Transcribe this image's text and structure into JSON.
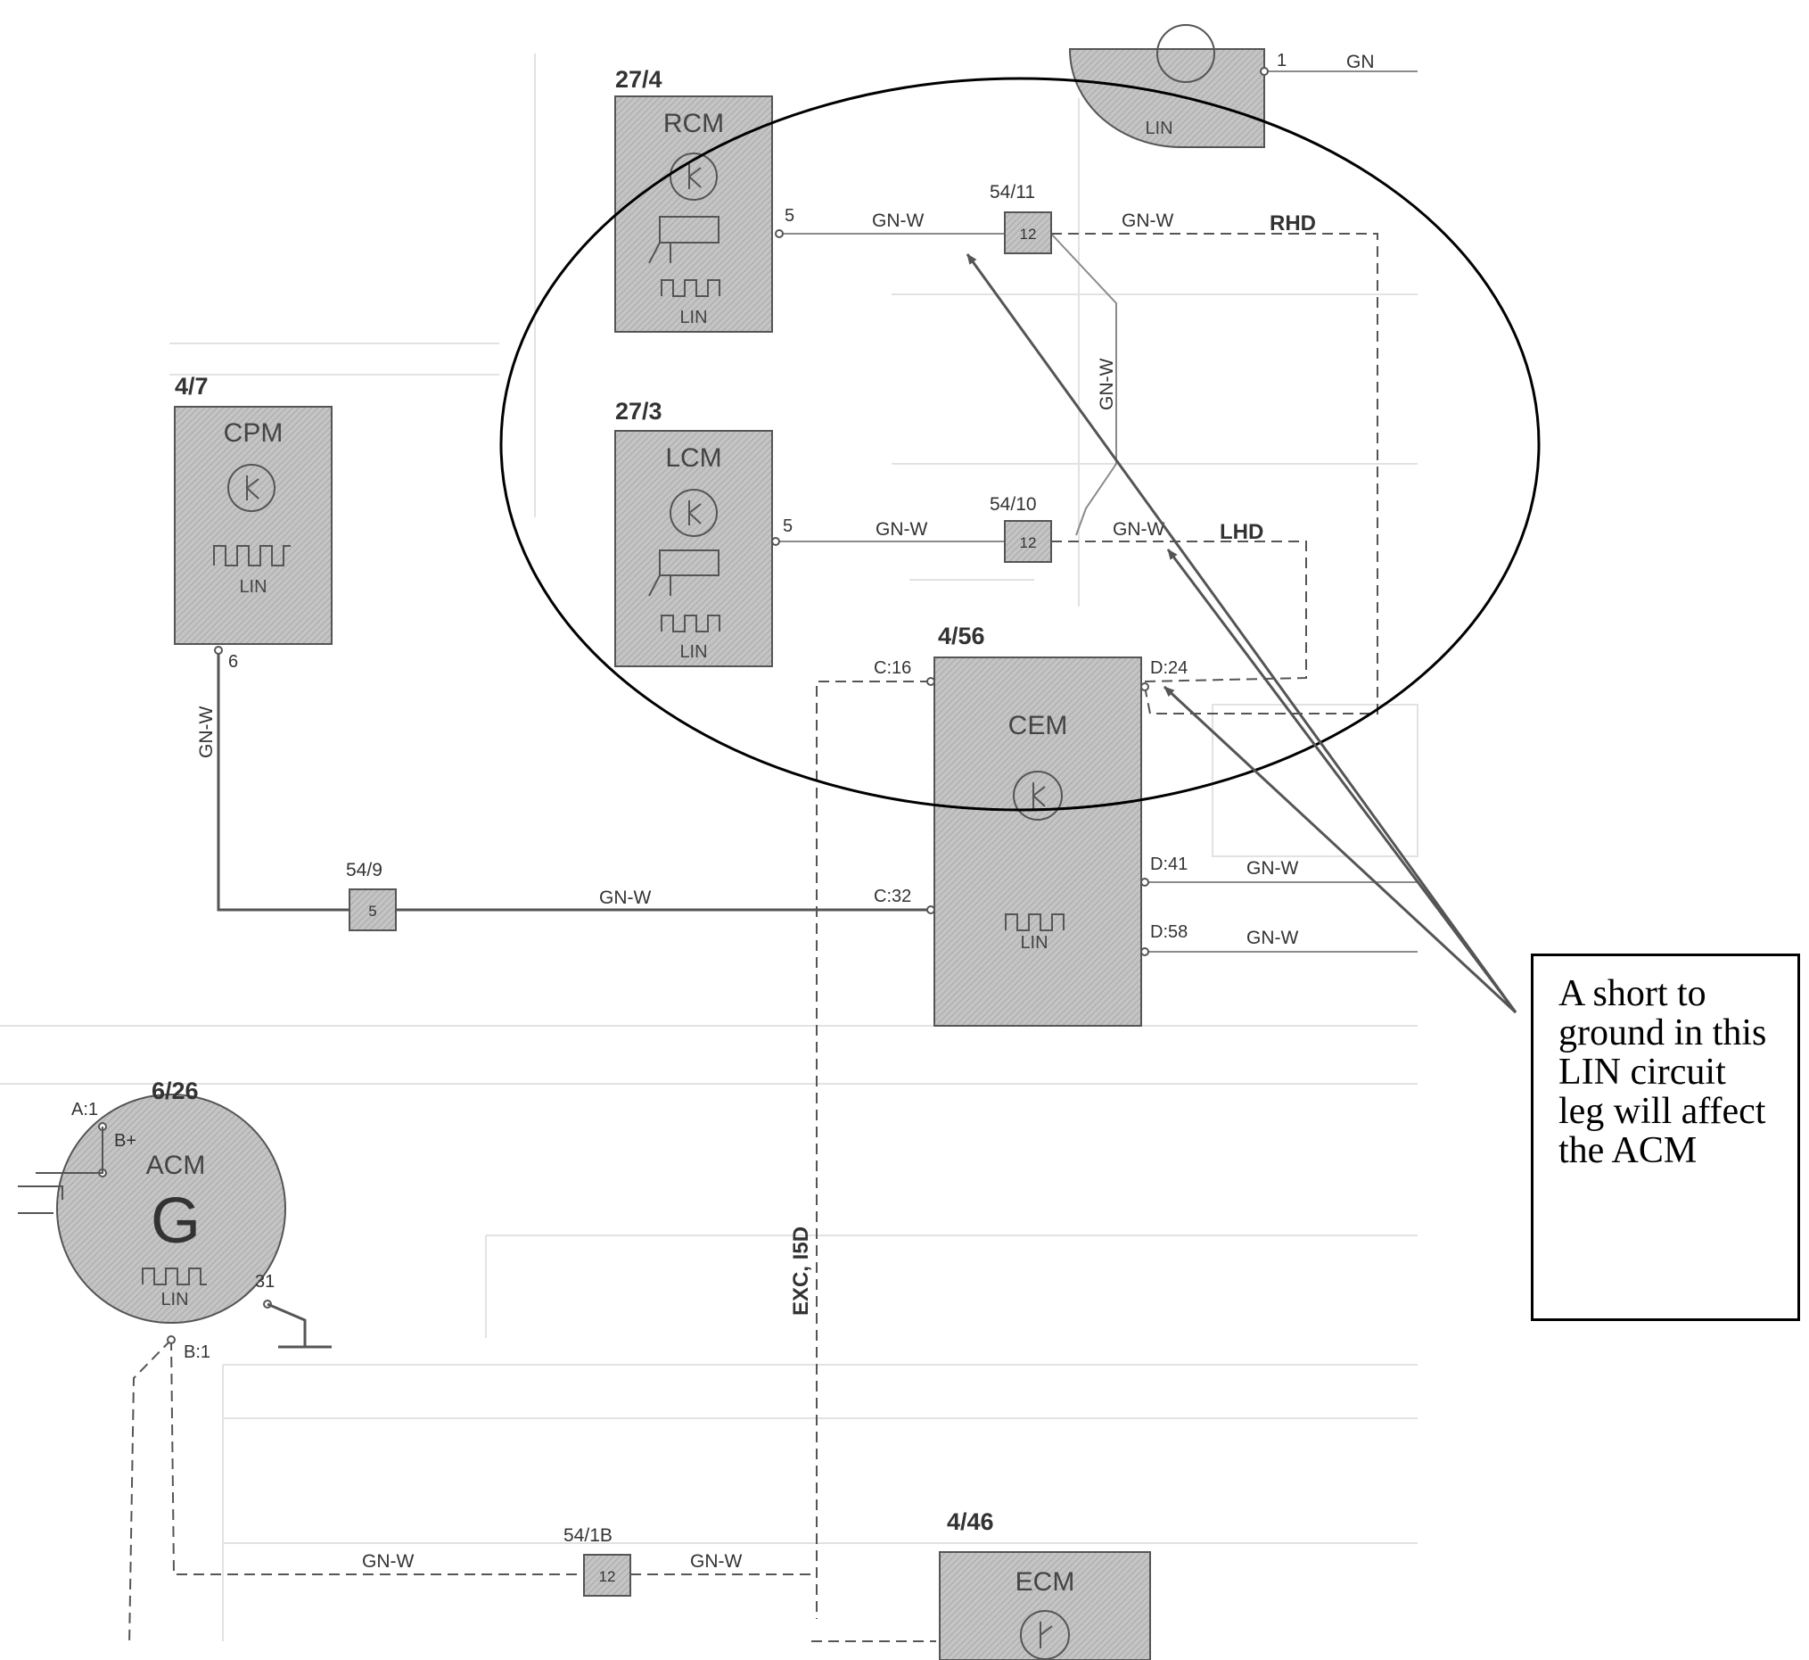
{
  "modules": [
    {
      "ref": "27/4",
      "name": "RCM",
      "bus": "LIN"
    },
    {
      "ref": "27/3",
      "name": "LCM",
      "bus": "LIN"
    },
    {
      "ref": "4/7",
      "name": "CPM",
      "bus": "LIN"
    },
    {
      "ref": "4/56",
      "name": "CEM",
      "bus": "LIN"
    },
    {
      "ref": "6/26",
      "name": "ACM",
      "symbol": "G",
      "bus": "LIN"
    },
    {
      "ref": "4/46",
      "name": "ECM"
    }
  ],
  "partial_module": {
    "bus": "LIN",
    "pin": "1",
    "wire": "GN"
  },
  "connectors": [
    {
      "ref": "54/11",
      "pin": "12"
    },
    {
      "ref": "54/10",
      "pin": "12"
    },
    {
      "ref": "54/9",
      "pin": "5"
    },
    {
      "ref": "54/1B",
      "pin": "12"
    }
  ],
  "pins": {
    "rcm": "5",
    "lcm": "5",
    "cpm": "6",
    "cem_c16": "C:16",
    "cem_c32": "C:32",
    "cem_d24": "D:24",
    "cem_d41": "D:41",
    "cem_d58": "D:58",
    "acm_a1": "A:1",
    "acm_bplus": "B+",
    "acm_b1": "B:1",
    "acm_31": "31"
  },
  "wire_color": "GN-W",
  "variants": {
    "rhd": "RHD",
    "lhd": "LHD",
    "exc": "EXC, I5D"
  },
  "note": "A short to ground in this LIN circuit leg will affect the ACM"
}
